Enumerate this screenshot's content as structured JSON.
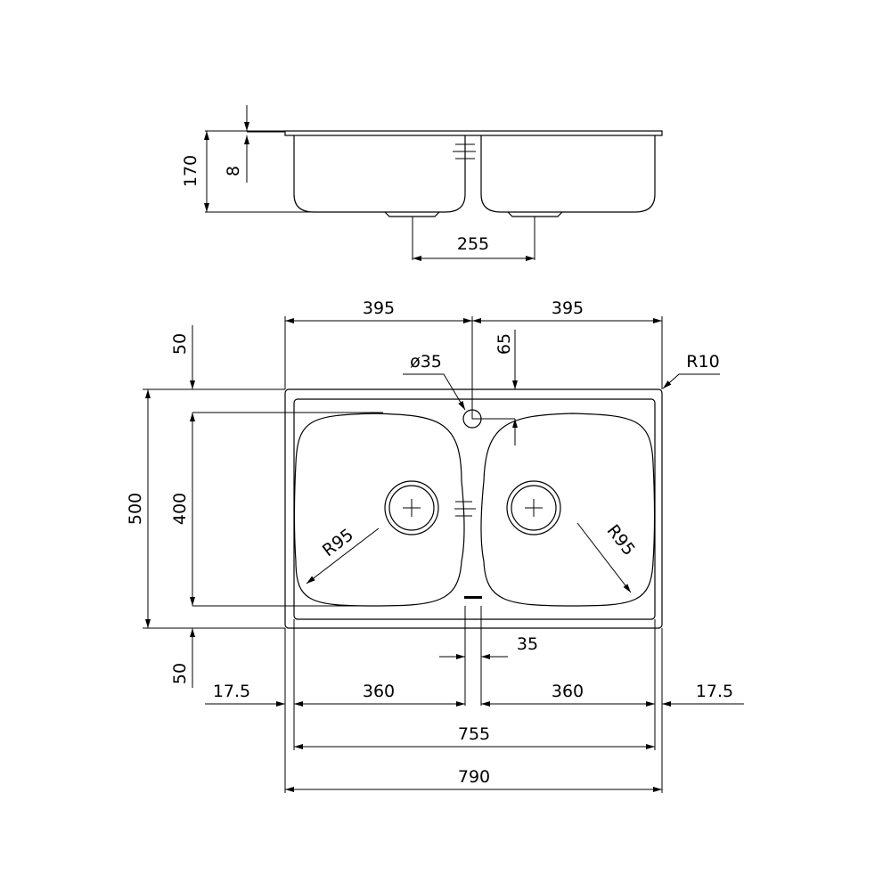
{
  "side_view": {
    "height": "170",
    "rim": "8",
    "drain_spacing": "255"
  },
  "top_view": {
    "left_half": "395",
    "right_half": "395",
    "tap_hole": "ø35",
    "tap_offset": "65",
    "corner_radius": "R10",
    "overall_depth": "500",
    "bowl_depth": "400",
    "margin_top": "50",
    "margin_bottom": "50",
    "bowl_radius_left": "R95",
    "bowl_radius_right": "R95",
    "divider": "35",
    "edge_left": "17.5",
    "bowl_left": "360",
    "bowl_right": "360",
    "edge_right": "17.5",
    "inner_width": "755",
    "overall_width": "790"
  },
  "colors": {
    "line": "#000000",
    "background": "#ffffff"
  }
}
